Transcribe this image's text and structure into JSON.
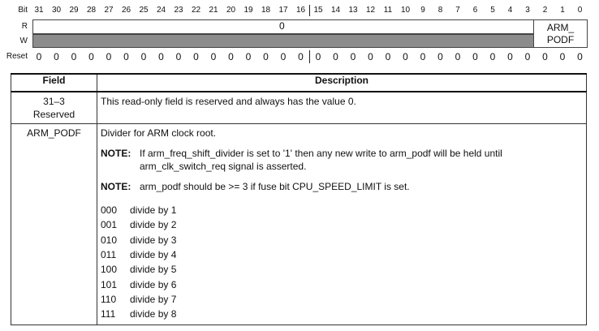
{
  "register": {
    "bit_label": "Bit",
    "r_label": "R",
    "w_label": "W",
    "reset_label": "Reset",
    "bits": [
      "31",
      "30",
      "29",
      "28",
      "27",
      "26",
      "25",
      "24",
      "23",
      "22",
      "21",
      "20",
      "19",
      "18",
      "17",
      "16",
      "15",
      "14",
      "13",
      "12",
      "11",
      "10",
      "9",
      "8",
      "7",
      "6",
      "5",
      "4",
      "3",
      "2",
      "1",
      "0"
    ],
    "reset_values": [
      "0",
      "0",
      "0",
      "0",
      "0",
      "0",
      "0",
      "0",
      "0",
      "0",
      "0",
      "0",
      "0",
      "0",
      "0",
      "0",
      "0",
      "0",
      "0",
      "0",
      "0",
      "0",
      "0",
      "0",
      "0",
      "0",
      "0",
      "0",
      "0",
      "0",
      "0",
      "0"
    ],
    "reserved_read_value": "0",
    "field_name_line1": "ARM_",
    "field_name_line2": "PODF"
  },
  "table": {
    "headers": {
      "field": "Field",
      "description": "Description"
    },
    "rows": [
      {
        "field_line1": "31–3",
        "field_line2": "Reserved",
        "description": "This read-only field is reserved and always has the value 0."
      },
      {
        "field_line1": "ARM_PODF",
        "description": "Divider for ARM clock root.",
        "notes": [
          {
            "label": "NOTE:",
            "text": "If arm_freq_shift_divider is set to '1' then any new write to arm_podf will be held until arm_clk_switch_req signal is asserted."
          },
          {
            "label": "NOTE:",
            "text": "arm_podf should be >= 3 if fuse bit CPU_SPEED_LIMIT is set."
          }
        ],
        "encodings": [
          {
            "code": "000",
            "meaning": "divide by 1"
          },
          {
            "code": "001",
            "meaning": "divide by 2"
          },
          {
            "code": "010",
            "meaning": "divide by 3"
          },
          {
            "code": "011",
            "meaning": "divide by 4"
          },
          {
            "code": "100",
            "meaning": "divide by 5"
          },
          {
            "code": "101",
            "meaning": "divide by 6"
          },
          {
            "code": "110",
            "meaning": "divide by 7"
          },
          {
            "code": "111",
            "meaning": "divide by 8"
          }
        ]
      }
    ]
  }
}
